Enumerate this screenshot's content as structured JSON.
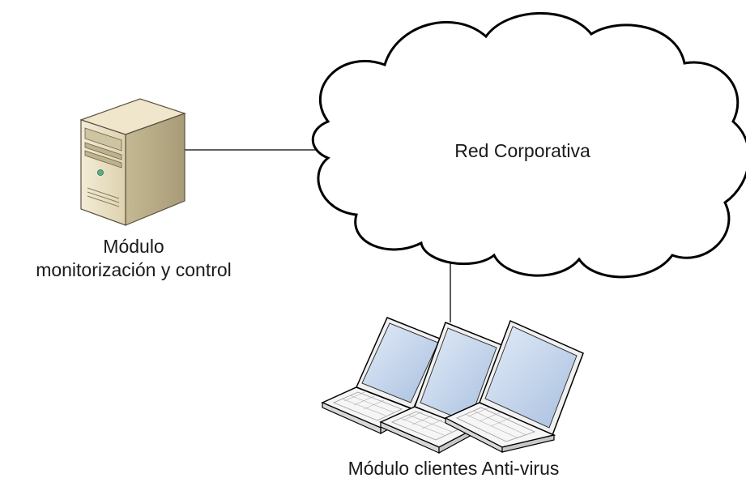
{
  "nodes": {
    "cloud": {
      "label": "Red Corporativa",
      "icon": "cloud-icon"
    },
    "server": {
      "label_line1": "Módulo",
      "label_line2": "monitorización y control",
      "icon": "server-tower-icon"
    },
    "clients": {
      "label": "Módulo clientes Anti-virus",
      "icon": "laptop-icon",
      "count": 3
    }
  },
  "edges": [
    {
      "from": "server",
      "to": "cloud"
    },
    {
      "from": "clients",
      "to": "cloud"
    }
  ],
  "colors": {
    "stroke": "#000000",
    "server_body": "#e8e0c8",
    "server_shadow": "#b8ad8c",
    "laptop_screen": "#c9d8ec",
    "laptop_body": "#f4f4f4",
    "text": "#1a1a1a"
  }
}
